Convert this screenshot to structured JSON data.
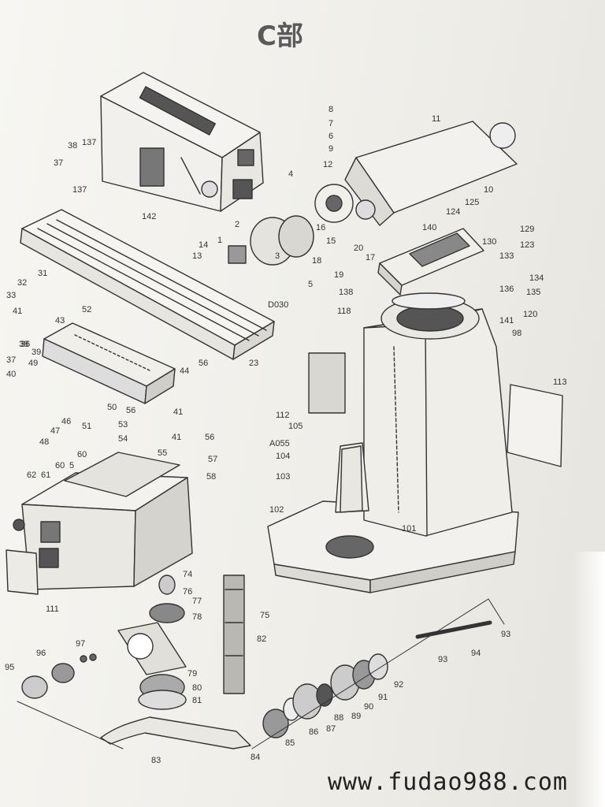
{
  "title": "C部",
  "watermark": "www.fudao988.com",
  "part_numbers": [
    "8",
    "11",
    "7",
    "6",
    "9",
    "12",
    "10",
    "16",
    "15",
    "20",
    "17",
    "18",
    "19",
    "38",
    "137",
    "37",
    "137",
    "142",
    "4",
    "2",
    "14",
    "13",
    "1",
    "3",
    "5",
    "124",
    "125",
    "129",
    "123",
    "140",
    "130",
    "133",
    "134",
    "136",
    "135",
    "138",
    "118",
    "120",
    "141",
    "98",
    "32",
    "33",
    "31",
    "52",
    "41",
    "43",
    "36",
    "39",
    "37",
    "38",
    "49",
    "D030",
    "56",
    "23",
    "44",
    "40",
    "47",
    "46",
    "51",
    "48",
    "50",
    "56",
    "41",
    "53",
    "41",
    "56",
    "54",
    "57",
    "55",
    "58",
    "113",
    "112",
    "105",
    "A055",
    "104",
    "103",
    "102",
    "101",
    "60",
    "5",
    "60",
    "62",
    "61",
    "111",
    "74",
    "76",
    "77",
    "78",
    "75",
    "82",
    "79",
    "80",
    "81",
    "97",
    "96",
    "95",
    "93",
    "93",
    "94",
    "92",
    "91",
    "90",
    "89",
    "88",
    "87",
    "86",
    "85",
    "83",
    "84"
  ]
}
